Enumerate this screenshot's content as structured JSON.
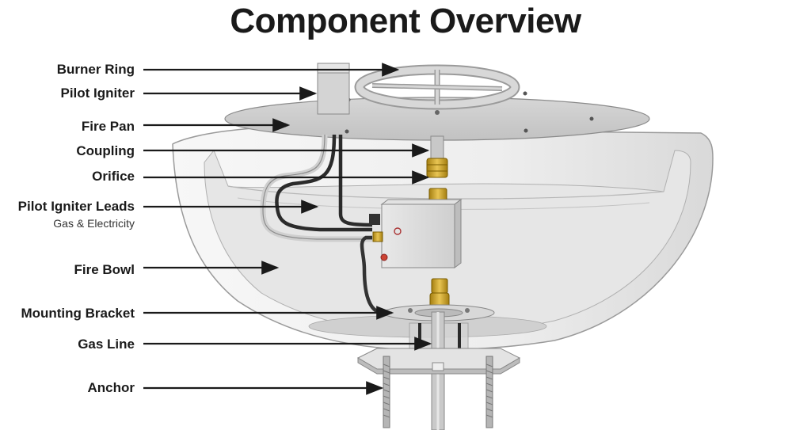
{
  "title": "Component Overview",
  "labels": {
    "burner_ring": "Burner Ring",
    "pilot_igniter": "Pilot Igniter",
    "fire_pan": "Fire Pan",
    "coupling": "Coupling",
    "orifice": "Orifice",
    "pilot_igniter_leads": "Pilot Igniter Leads",
    "pilot_igniter_leads_sub": "Gas & Electricity",
    "fire_bowl": "Fire Bowl",
    "mounting_bracket": "Mounting Bracket",
    "gas_line": "Gas Line",
    "anchor": "Anchor"
  },
  "colors": {
    "text": "#1a1a1a",
    "bowl": "#f0f0f0",
    "metal": "#c8c8c8",
    "brass": "#c9a227"
  }
}
